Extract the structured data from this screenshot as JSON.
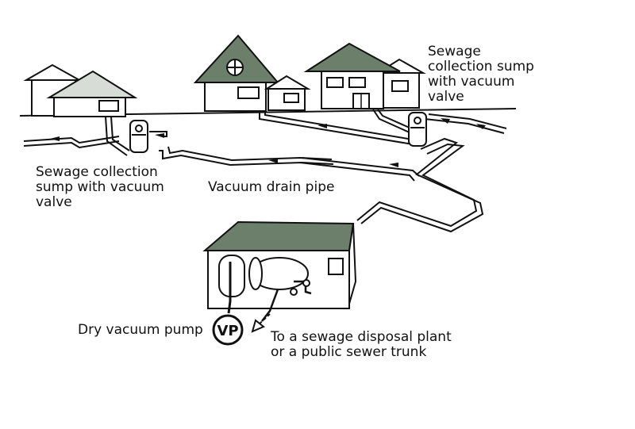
{
  "diagram": {
    "labels": {
      "sump_top_right": [
        "Sewage",
        "collection sump",
        "with vacuum",
        "valve"
      ],
      "sump_left": [
        "Sewage collection",
        "sump with vacuum",
        "valve"
      ],
      "drain_pipe": "Vacuum drain pipe",
      "pump": "Dry vacuum pump",
      "pump_symbol": "VP",
      "destination": [
        "To a sewage disposal plant",
        "or a public sewer trunk"
      ]
    },
    "colors": {
      "roof_dark": "#6b7f6b",
      "roof_light": "#d7dcd7",
      "line": "#111111",
      "background": "#ffffff"
    }
  }
}
